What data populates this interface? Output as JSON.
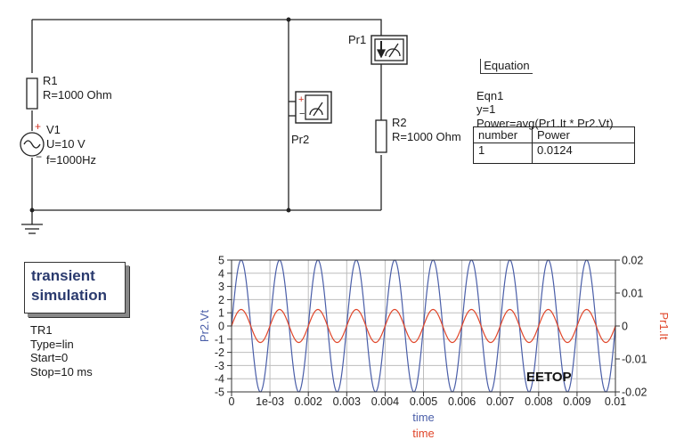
{
  "schematic": {
    "r1": {
      "name": "R1",
      "value": "R=1000 Ohm"
    },
    "v1": {
      "plus": "+",
      "name": "V1",
      "voltage": "U=10 V",
      "minus": "−",
      "freq": "f=1000Hz"
    },
    "pr1": {
      "name": "Pr1"
    },
    "pr2": {
      "name": "Pr2",
      "plus": "+",
      "minus": "−"
    },
    "r2": {
      "name": "R2",
      "value": "R=1000 Ohm"
    }
  },
  "equation": {
    "title": "Equation",
    "lines": "Eqn1\ny=1\nPower=avg(Pr1.It * Pr2.Vt)"
  },
  "table": {
    "headers": [
      "number",
      "Power"
    ],
    "rows": [
      [
        "1",
        "0.0124"
      ]
    ]
  },
  "simulation": {
    "box_line1": "transient",
    "box_line2": "simulation",
    "params": "TR1\nType=lin\nStart=0\nStop=10 ms"
  },
  "watermark": "EETOP",
  "colors": {
    "voltage_series": "#4a5ea8",
    "current_series": "#e0462a",
    "grid": "#bdbdbd",
    "wire": "#222222",
    "source_plus": "#d03020"
  },
  "chart_data": {
    "type": "line",
    "x": {
      "label": "time",
      "range": [
        0,
        0.01
      ],
      "tick_values": [
        0,
        0.001,
        0.002,
        0.003,
        0.004,
        0.005,
        0.006,
        0.007,
        0.008,
        0.009,
        0.01
      ],
      "tick_labels": [
        "0",
        "1e-03",
        "0.002",
        "0.003",
        "0.004",
        "0.005",
        "0.006",
        "0.007",
        "0.008",
        "0.009",
        "0.01"
      ]
    },
    "y_left": {
      "label": "Pr2.Vt",
      "range": [
        -5,
        5
      ],
      "tick_values": [
        -5,
        -4,
        -3,
        -2,
        -1,
        0,
        1,
        2,
        3,
        4,
        5
      ],
      "tick_labels": [
        "-5",
        "-4",
        "-3",
        "-2",
        "-1",
        "0",
        "1",
        "2",
        "3",
        "4",
        "5"
      ]
    },
    "y_right": {
      "label": "Pr1.It",
      "range": [
        -0.02,
        0.02
      ],
      "tick_values": [
        -0.02,
        -0.01,
        0,
        0.01,
        0.02
      ],
      "tick_labels": [
        "-0.02",
        "-0.01",
        "0",
        "0.01",
        "0.02"
      ]
    },
    "grid": true,
    "series": [
      {
        "name": "Pr2.Vt",
        "axis": "left",
        "waveform": "sine",
        "amplitude": 5,
        "frequency": 1000,
        "phase": 0,
        "color": "#4a5ea8"
      },
      {
        "name": "Pr1.It",
        "axis": "right",
        "waveform": "sine",
        "amplitude": 0.005,
        "frequency": 1000,
        "phase": 0,
        "color": "#e0462a"
      }
    ],
    "x_labels_printed": [
      "time",
      "time"
    ]
  }
}
